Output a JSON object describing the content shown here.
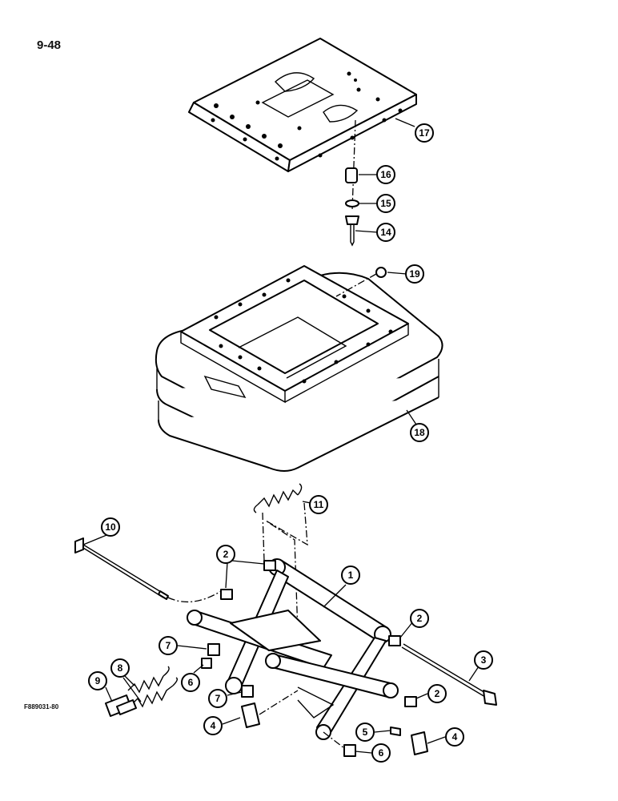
{
  "page_number": "9-48",
  "figure_code": "F889031-80",
  "callouts": {
    "c1": "1",
    "c2a": "2",
    "c2b": "2",
    "c2c": "2",
    "c3": "3",
    "c4a": "4",
    "c4b": "4",
    "c5": "5",
    "c6a": "6",
    "c6b": "6",
    "c7a": "7",
    "c7b": "7",
    "c8": "8",
    "c9": "9",
    "c10": "10",
    "c11": "11",
    "c14": "14",
    "c15": "15",
    "c16": "16",
    "c17": "17",
    "c18": "18",
    "c19": "19"
  }
}
